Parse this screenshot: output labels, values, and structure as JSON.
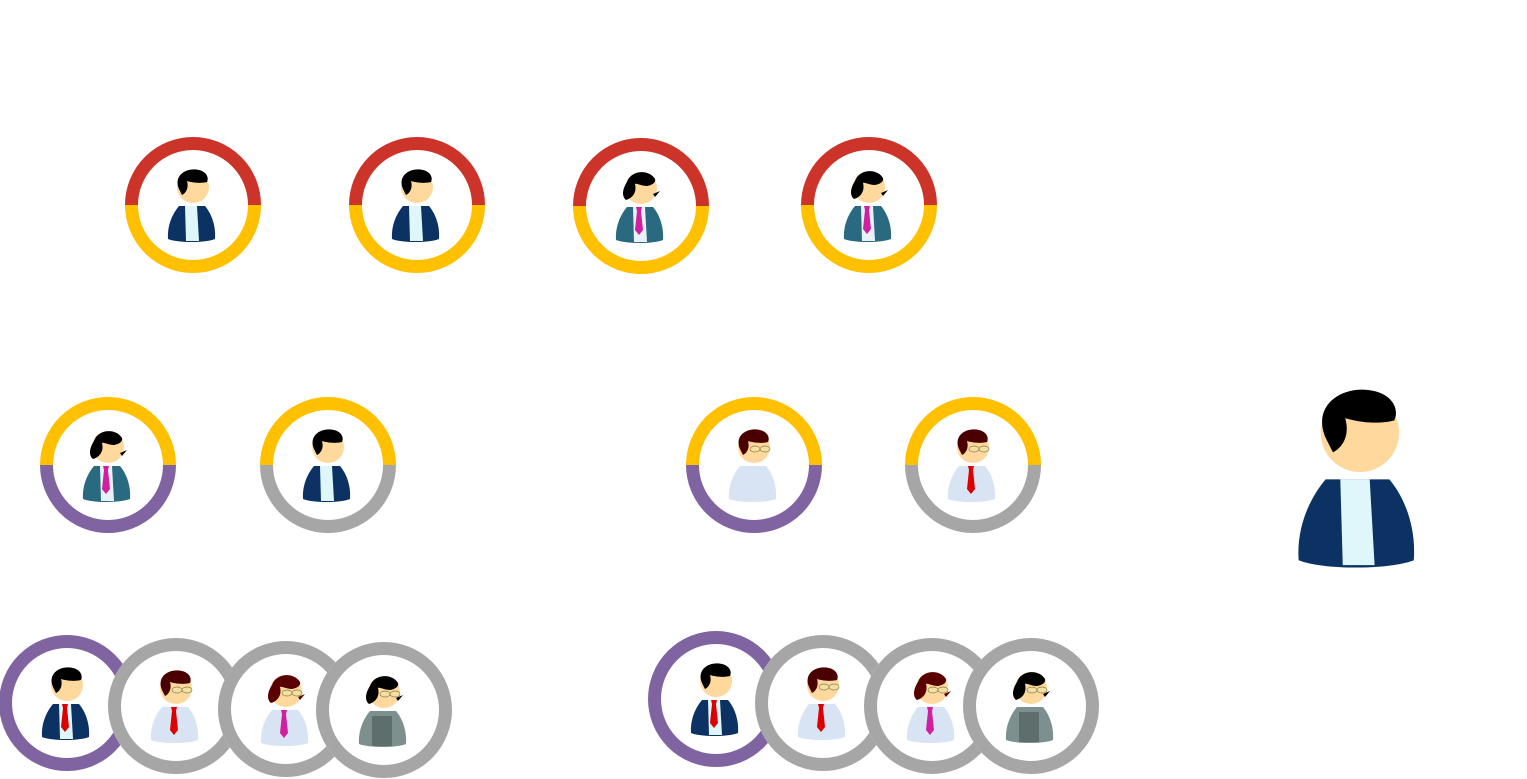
{
  "colors": {
    "red": "#cc3329",
    "yellow": "#ffc000",
    "purple": "#8064a2",
    "gray": "#a6a6a6",
    "skin": "#ffd89d",
    "navy": "#0b3263",
    "teal": "#2a6a80",
    "shirt": "#d8e4f4",
    "overalls": "#7d908f"
  },
  "persons": {
    "manager": {
      "icon": "male-manager-icon",
      "hair": "#000000",
      "style": "male",
      "outfit": "suit",
      "tie": null,
      "glasses": false
    },
    "manager_tie": {
      "icon": "male-manager-red-tie-icon",
      "hair": "#000000",
      "style": "male",
      "outfit": "suit",
      "tie": "#dd0000",
      "glasses": false
    },
    "woman_exec": {
      "icon": "female-executive-icon",
      "hair": "#000000",
      "style": "female",
      "outfit": "teal",
      "tie": "#d020a0",
      "glasses": false
    },
    "male_staff": {
      "icon": "male-staff-icon",
      "hair": "#4a0000",
      "style": "male",
      "outfit": "shirt",
      "tie": null,
      "glasses": true
    },
    "male_staff_tie": {
      "icon": "male-staff-red-tie-icon",
      "hair": "#4a0000",
      "style": "male",
      "outfit": "shirt",
      "tie": "#dd0000",
      "glasses": true
    },
    "female_staff": {
      "icon": "female-staff-icon",
      "hair": "#5a0000",
      "style": "female",
      "outfit": "shirt",
      "tie": "#d020a0",
      "glasses": true
    },
    "worker": {
      "icon": "female-worker-icon",
      "hair": "#000000",
      "style": "female",
      "outfit": "overalls",
      "tie": null,
      "glasses": true
    }
  },
  "nodes": [
    {
      "person": "manager",
      "ring": [
        "red",
        "yellow"
      ]
    },
    {
      "person": "manager",
      "ring": [
        "red",
        "yellow"
      ]
    },
    {
      "person": "woman_exec",
      "ring": [
        "red",
        "yellow"
      ]
    },
    {
      "person": "woman_exec",
      "ring": [
        "red",
        "yellow"
      ]
    },
    {
      "person": "woman_exec",
      "ring": [
        "yellow",
        "purple"
      ]
    },
    {
      "person": "manager",
      "ring": [
        "yellow",
        "gray"
      ]
    },
    {
      "person": "male_staff",
      "ring": [
        "yellow",
        "purple"
      ]
    },
    {
      "person": "male_staff_tie",
      "ring": [
        "yellow",
        "gray"
      ]
    },
    {
      "person": "manager_tie",
      "ring": [
        "purple",
        "purple"
      ]
    },
    {
      "person": "male_staff_tie",
      "ring": [
        "gray",
        "gray"
      ]
    },
    {
      "person": "female_staff",
      "ring": [
        "gray",
        "gray"
      ]
    },
    {
      "person": "worker",
      "ring": [
        "gray",
        "gray"
      ]
    },
    {
      "person": "manager_tie",
      "ring": [
        "purple",
        "purple"
      ]
    },
    {
      "person": "male_staff_tie",
      "ring": [
        "gray",
        "gray"
      ]
    },
    {
      "person": "female_staff",
      "ring": [
        "gray",
        "gray"
      ]
    },
    {
      "person": "worker",
      "ring": [
        "gray",
        "gray"
      ]
    }
  ],
  "featured": {
    "person": "manager"
  }
}
